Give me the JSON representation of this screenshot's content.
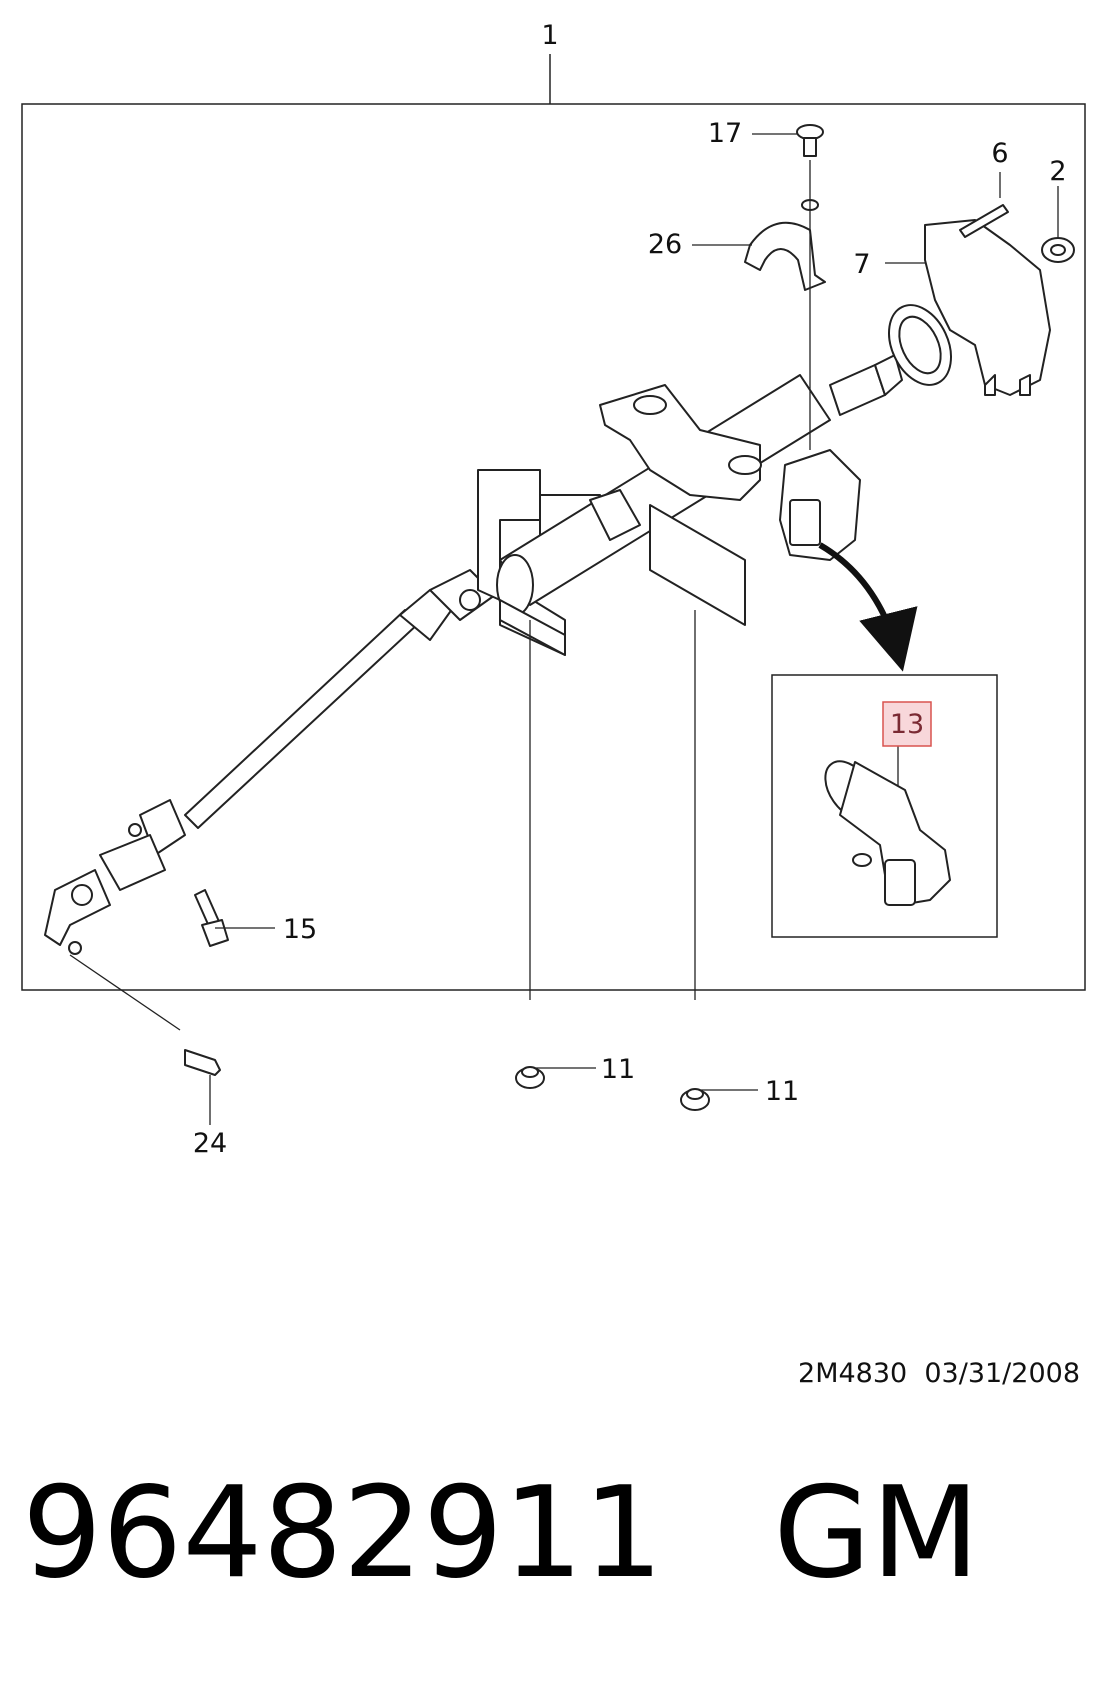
{
  "callouts": {
    "c1": "1",
    "c2": "2",
    "c6": "6",
    "c7": "7",
    "c11a": "11",
    "c11b": "11",
    "c13": "13",
    "c15": "15",
    "c17": "17",
    "c24": "24",
    "c26": "26"
  },
  "stamp": {
    "code": "2M4830",
    "date": "03/31/2008"
  },
  "part": {
    "number": "96482911",
    "brand": "GM"
  },
  "colors": {
    "highlight_fill": "#f8d7da",
    "highlight_stroke": "#d9534f",
    "highlight_text": "#7a2a33"
  }
}
